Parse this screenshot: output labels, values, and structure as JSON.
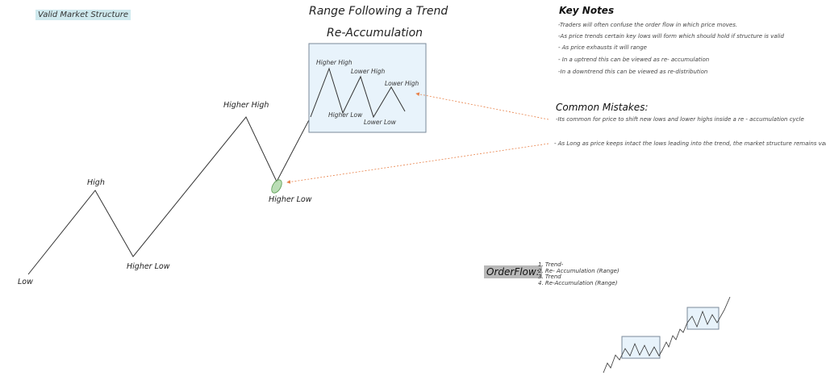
{
  "tag": "Valid Market Structure",
  "title": "Range Following a Trend",
  "subtitle": "Re-Accumulation",
  "structure_labels": {
    "low": "Low",
    "high": "High",
    "higher_low_1": "Higher Low",
    "higher_high": "Higher High",
    "higher_low_2": "Higher Low"
  },
  "range_box_labels": {
    "higher_high": "Higher High",
    "lower_high_1": "Lower High",
    "lower_high_2": "Lower High",
    "higher_low": "Higher Low",
    "lower_low": "Lower Low"
  },
  "key_notes": {
    "heading": "Key Notes",
    "items": [
      "-Traders will often confuse the order flow in which price moves.",
      "-As price trends certain key lows will form which should hold if structure is valid",
      "- As price exhausts it will range",
      "- In a uptrend this can be viewed as re- accumulation",
      "-In a downtrend this can be viewed as re-distribution"
    ]
  },
  "common_mistakes": {
    "heading": "Common Mistakes:",
    "items": [
      "-Its common for price to shift new lows and lower highs inside a re - accumulation cycle",
      "- As Long as price keeps intact the lows leading into the trend, the market structure remains valid"
    ]
  },
  "orderflow": {
    "heading": "OrderFlow:",
    "items": [
      "1. Trend-",
      "2. Re- Accumulation (Range)",
      "3. Trend",
      "4. Re-Accumulation  (Range)"
    ]
  },
  "colors": {
    "tag_bg": "#cfe9ee",
    "box_fill": "#e8f3fb",
    "box_stroke": "#7a8a99",
    "arrow": "#e8824a",
    "highlight": "#a9d6a3",
    "orderflow_bg": "#b8b8b8"
  }
}
